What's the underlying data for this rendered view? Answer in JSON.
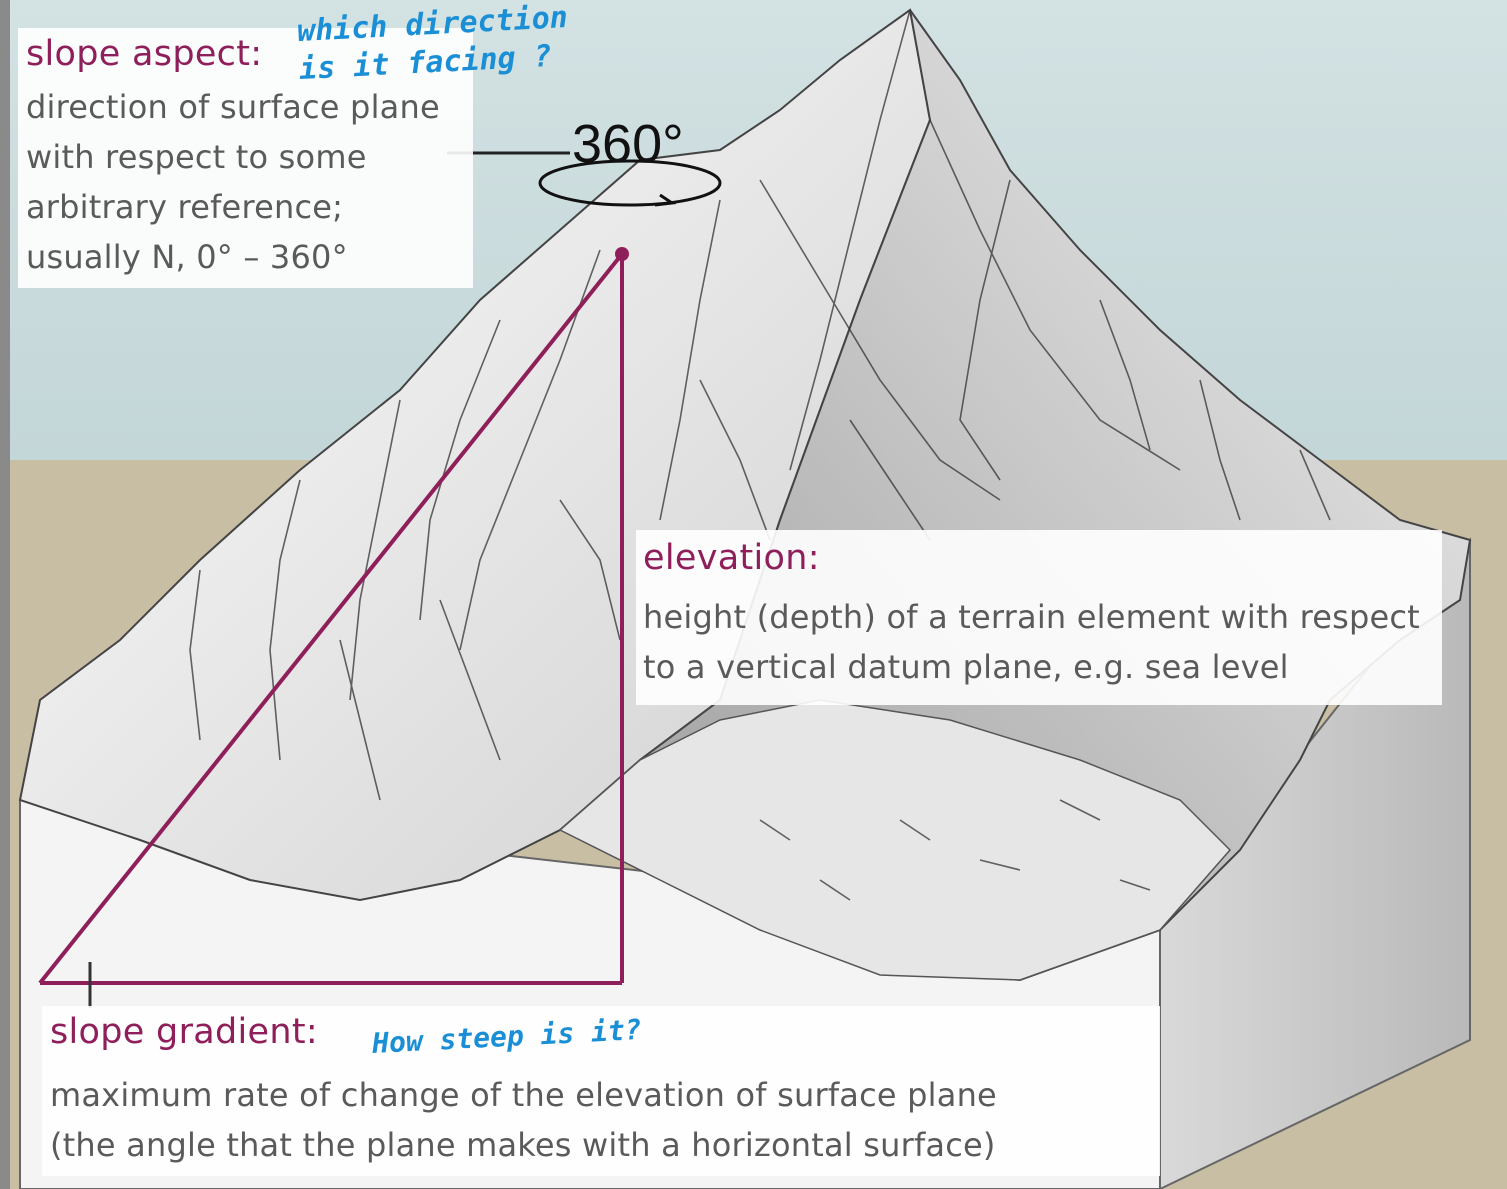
{
  "slope_aspect": {
    "term": "slope aspect:",
    "handwritten_note": [
      "which direction",
      "is it facing ?"
    ],
    "description_lines": [
      "direction of surface plane",
      "with respect to some",
      "arbitrary reference;",
      "usually N, 0° – 360°"
    ],
    "degree_label": "360°"
  },
  "elevation": {
    "term": "elevation:",
    "description_lines": [
      "height (depth) of a terrain element with respect",
      "to a vertical datum plane, e.g. sea level"
    ]
  },
  "slope_gradient": {
    "term": "slope gradient:",
    "handwritten_note": "How steep is it?",
    "description_lines": [
      "maximum rate of change of the elevation of surface plane",
      "(the angle that the plane makes with a horizontal surface)"
    ]
  },
  "colors": {
    "accent": "#8f1f5a",
    "sky": "#c9dbdd",
    "ground": "#c8bea4",
    "handwriting": "#1a8fd6"
  }
}
